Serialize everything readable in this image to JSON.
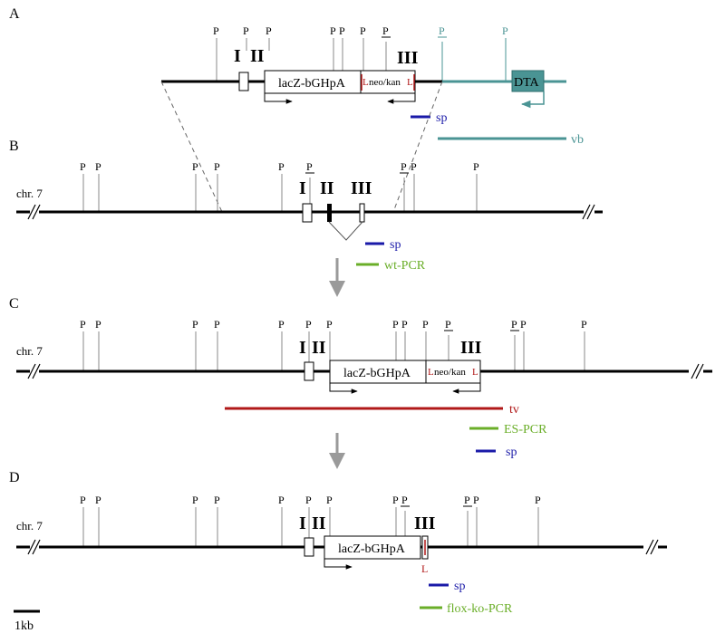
{
  "panels": {
    "a": {
      "label": "A"
    },
    "b": {
      "label": "B"
    },
    "c": {
      "label": "C"
    },
    "d": {
      "label": "D"
    }
  },
  "site_label": "P",
  "chr_label": "chr. 7",
  "exons": {
    "i": "I",
    "ii": "II",
    "iii": "III"
  },
  "cassettes": {
    "lacz": "lacZ-bGHpA",
    "neo": "neo/kan",
    "loxp": "L",
    "dta": "DTA"
  },
  "probes": {
    "sp": "sp",
    "vb": "vb",
    "wt_pcr": "wt-PCR",
    "tv": "tv",
    "es_pcr": "ES-PCR",
    "flox_ko_pcr": "flox-ko-PCR"
  },
  "scale_bar": "1kb",
  "colors": {
    "vector_backbone": "#4a9494",
    "probe_sp": "#1a1aa8",
    "pcr": "#6aae28",
    "targeting_vector": "#b01818",
    "loxp": "#b01818",
    "arrow_gray": "#9a9a9a"
  }
}
